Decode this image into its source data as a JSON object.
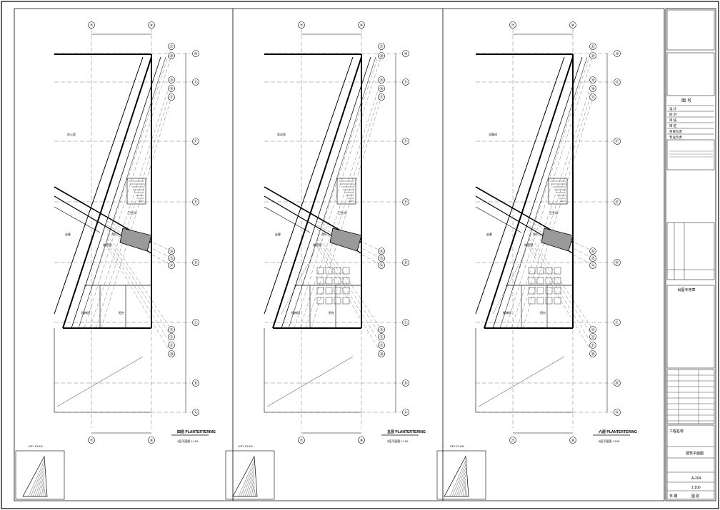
{
  "sheet": {
    "panels": [
      {
        "grid_top": [
          "⑦",
          "⑧"
        ],
        "grid_right": [
          "⑩",
          "⑪",
          "Ⓕ",
          "Ⓔ",
          "Ⓓ",
          "Ⓒ",
          "Ⓑ",
          "Ⓐ"
        ],
        "grid_diag": [
          "㉑",
          "⑳",
          "⑲",
          "⑱",
          "⑰",
          "⑯",
          "⑮",
          "⑭",
          "⑬",
          "⑫"
        ],
        "title": "四层 PLANTERTERING",
        "subtitle": "4层平面图  1:100",
        "room_labels": [
          "办公室",
          "办公",
          "休息室",
          "卫生间",
          "走廊",
          "楼梯间",
          "阳台"
        ]
      },
      {
        "grid_top": [
          "⑦",
          "⑧"
        ],
        "grid_right": [
          "⑩",
          "⑪",
          "Ⓕ",
          "Ⓔ",
          "Ⓓ",
          "Ⓒ",
          "Ⓑ",
          "Ⓐ"
        ],
        "grid_diag": [
          "㉑",
          "⑳",
          "⑲",
          "⑱",
          "⑰",
          "⑯",
          "⑮",
          "⑭",
          "⑬",
          "⑫"
        ],
        "title": "五层 PLANTERTERING",
        "subtitle": "5层平面图  1:100",
        "room_labels": [
          "会议室",
          "办公",
          "休息室",
          "卫生间",
          "走廊",
          "楼梯间",
          "阳台"
        ]
      },
      {
        "grid_top": [
          "⑦",
          "⑧"
        ],
        "grid_right": [
          "⑩",
          "⑪",
          "Ⓕ",
          "Ⓔ",
          "Ⓓ",
          "Ⓒ",
          "Ⓑ",
          "Ⓐ"
        ],
        "grid_diag": [
          "㉑",
          "⑳",
          "⑲",
          "⑱",
          "⑰",
          "⑯",
          "⑮",
          "⑭",
          "⑬",
          "⑫"
        ],
        "title": "六层 PLANTERTERING",
        "subtitle": "6层平面图  1:100",
        "room_labels": [
          "设备间",
          "办公",
          "休息室",
          "卫生间",
          "走廊",
          "楼梯间",
          "阳台"
        ]
      }
    ],
    "key_plan_note": "KEY PLAN",
    "title_block": {
      "header": "图 号",
      "rows": [
        "设 计",
        "校 对",
        "审 核",
        "审 定",
        "项目负责",
        "专业负责"
      ],
      "stamp_label": "出图专用章",
      "project": "工程名称",
      "drawing_name": "建筑平面图",
      "drawing_no": "A-204",
      "scale": "1:100",
      "date": "日 期",
      "sheet": "图 别"
    }
  }
}
